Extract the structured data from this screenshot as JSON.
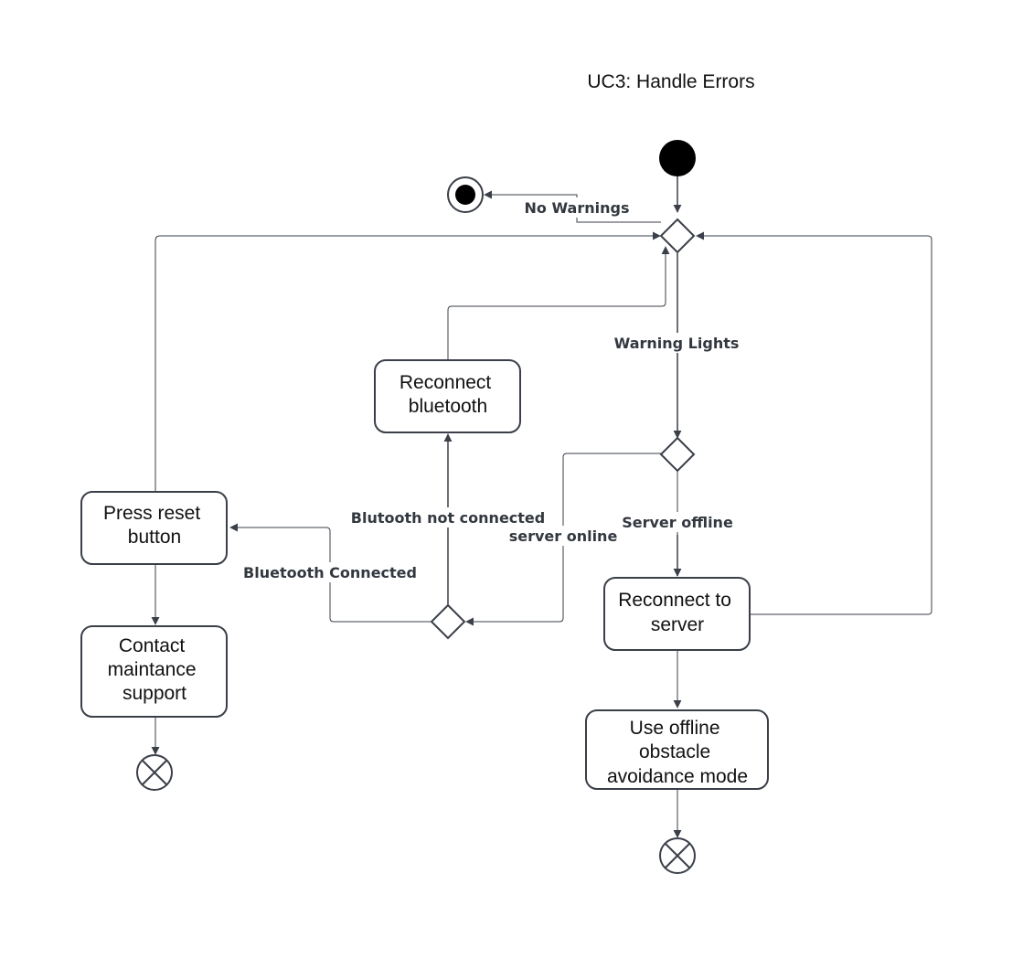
{
  "diagram": {
    "title": "UC3: Handle Errors",
    "nodes": {
      "reconnect_bluetooth": [
        "Reconnect",
        "bluetooth"
      ],
      "press_reset": [
        "Press reset",
        "button"
      ],
      "contact_support": [
        "Contact",
        "maintance",
        "support"
      ],
      "reconnect_server": [
        "Reconnect to",
        "server"
      ],
      "offline_mode": [
        "Use offline",
        "obstacle",
        "avoidance mode"
      ]
    },
    "edge_labels": {
      "no_warnings": "No Warnings",
      "warning_lights": "Warning Lights",
      "bluetooth_not_connected": "Blutooth not connected",
      "server_online": "server online",
      "server_offline": "Server offline",
      "bluetooth_connected": "Bluetooth Connected"
    },
    "colors": {
      "stroke": "#3a3f48",
      "text": "#111111",
      "label": "#333840"
    }
  }
}
